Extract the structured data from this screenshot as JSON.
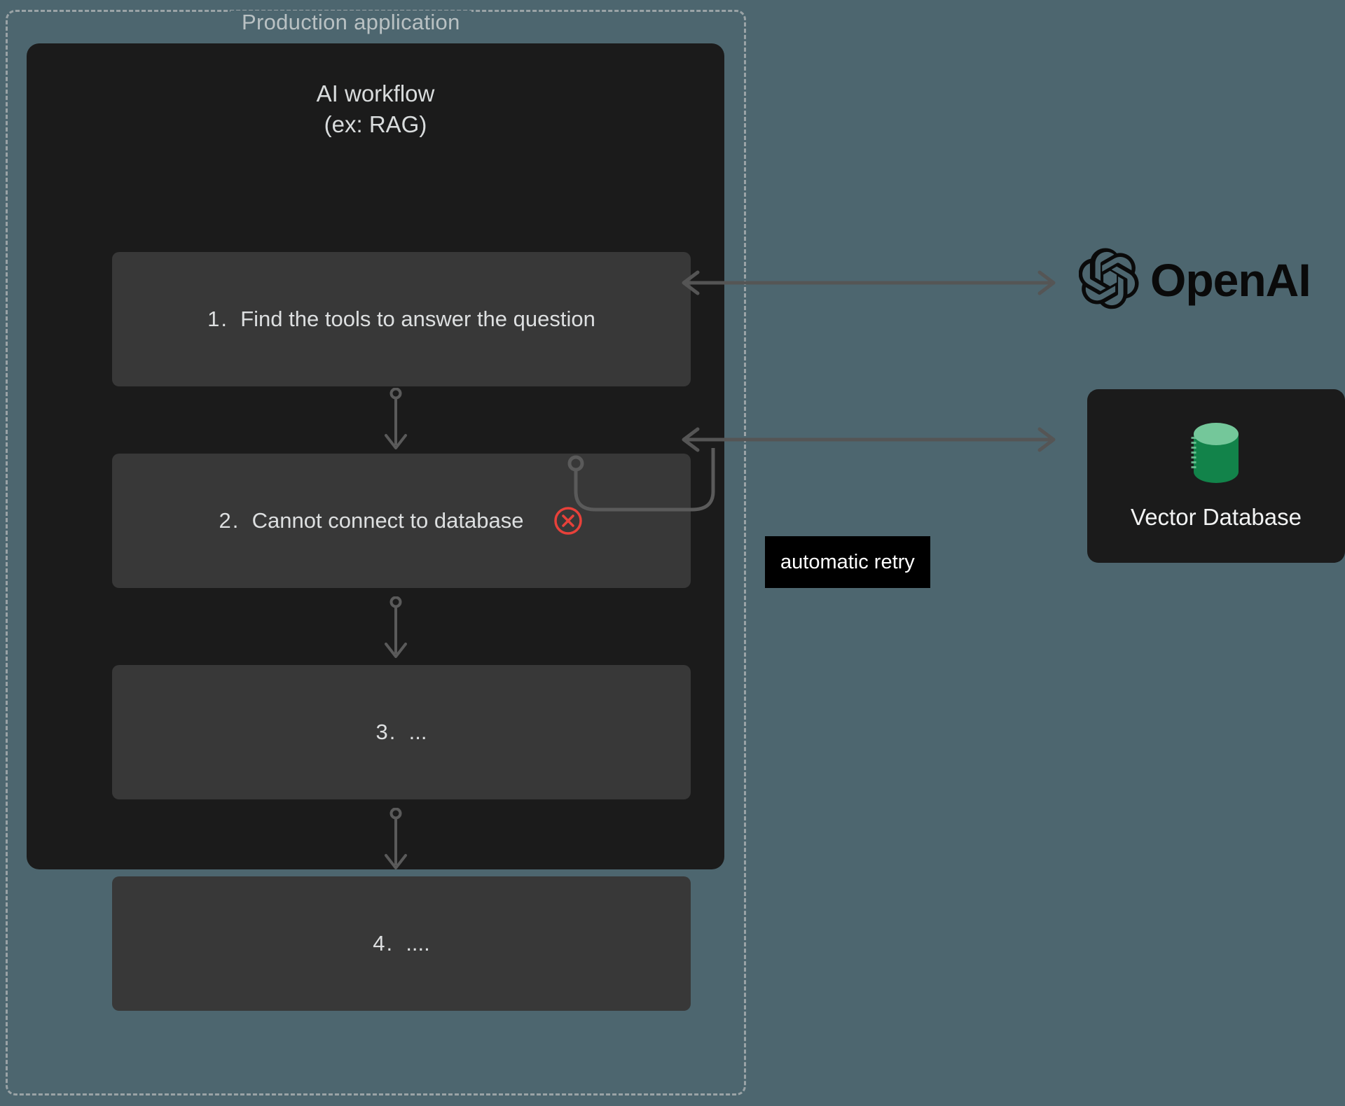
{
  "colors": {
    "canvas_background": "#4d666f",
    "panel_background": "#1b1b1b",
    "step_background": "#383838",
    "boundary_dash": "#9aa3a6",
    "text_primary": "#dddfe0",
    "text_muted": "#b9c1c3",
    "error_red": "#e8413a",
    "connector_gray": "#5a5a5a",
    "link_gray": "#555555",
    "db_green_body": "#12834a",
    "db_green_top": "#74c79a",
    "badge_background": "#000000",
    "badge_text": "#ffffff",
    "openai_logo": "#0a0a0a"
  },
  "boundary": {
    "title": "Production application",
    "style": "dashed"
  },
  "workflow": {
    "title": "AI workflow",
    "subtitle": "(ex: RAG)",
    "steps": [
      {
        "id": "step-1",
        "number": "1.",
        "label": "Find the tools to answer the question",
        "has_error": false
      },
      {
        "id": "step-2",
        "number": "2.",
        "label": "Cannot connect to database",
        "has_error": true,
        "error_icon": "error-circle-x-icon"
      },
      {
        "id": "step-3",
        "number": "3.",
        "label": "...",
        "has_error": false
      },
      {
        "id": "step-4",
        "number": "4.",
        "label": "....",
        "has_error": false
      }
    ]
  },
  "services": {
    "openai": {
      "name": "OpenAI",
      "logo_icon": "openai-blossom-icon",
      "connected_to_step": "step-1",
      "arrow": "bidirectional"
    },
    "vector_database": {
      "name": "Vector Database",
      "icon": "database-cylinder-icon",
      "connected_to_step": "step-2",
      "arrow": "bidirectional"
    }
  },
  "retry": {
    "badge_label": "automatic retry",
    "source_step": "step-2",
    "target_step": "step-2",
    "arrow": "loop-back-arrow"
  }
}
